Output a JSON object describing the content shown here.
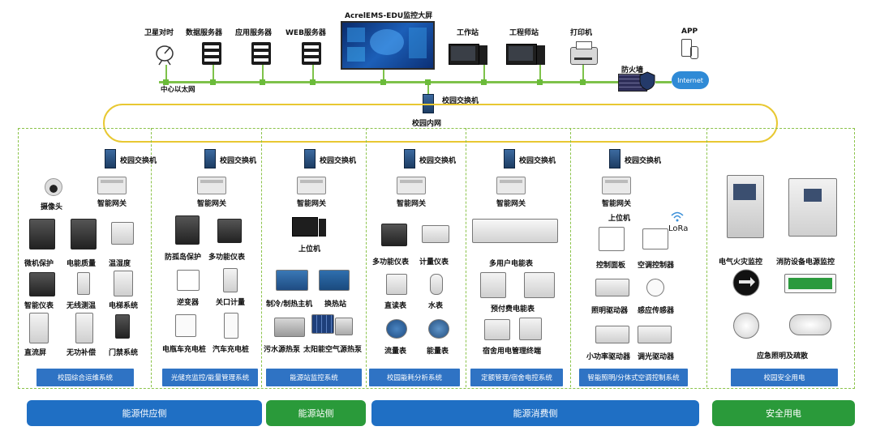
{
  "top": {
    "center_title": "AcrelEMS-EDU监控大屏",
    "devices": [
      "卫星对时",
      "数据服务器",
      "应用服务器",
      "WEB服务器",
      "工作站",
      "工程师站",
      "打印机",
      "APP"
    ],
    "firewall": "防火墙",
    "internet": "Internet",
    "ethernet": "中心以太网"
  },
  "core": {
    "switch": "校园交换机",
    "intranet": "校园内网"
  },
  "common": {
    "switch": "校园交换机",
    "gateway": "智能网关"
  },
  "columns": [
    {
      "items": [
        "摄像头",
        "微机保护",
        "电能质量",
        "温湿度",
        "智能仪表",
        "无线测温",
        "电梯系统",
        "直流屏",
        "无功补偿",
        "门禁系统"
      ],
      "system": "校园综合运维系统"
    },
    {
      "items": [
        "防孤岛保护",
        "多功能仪表",
        "逆变器",
        "关口计量",
        "电瓶车充电桩",
        "汽车充电桩"
      ],
      "system": "光储充监控/能量管理系统"
    },
    {
      "items": [
        "上位机",
        "制冷/制热主机",
        "换热站",
        "污水源热泵",
        "太阳能空气源热泵"
      ],
      "system": "能源站监控系统"
    },
    {
      "items": [
        "多功能仪表",
        "计量仪表",
        "直读表",
        "水表",
        "流量表",
        "能量表"
      ],
      "system": "校园能耗分析系统"
    },
    {
      "items": [
        "多用户电能表",
        "预付费电能表",
        "宿舍用电管理终端"
      ],
      "system": "定额管理/宿舍电控系统"
    },
    {
      "items": [
        "上位机",
        "LoRa",
        "控制面板",
        "空调控制器",
        "照明驱动器",
        "感应传感器",
        "小功率驱动器",
        "调光驱动器"
      ],
      "system": "智能照明/分体式空调控制系统"
    },
    {
      "items": [
        "电气火灾监控",
        "消防设备电源监控",
        "应急照明及疏散"
      ],
      "system": "校园安全用电"
    }
  ],
  "bottom": [
    {
      "label": "能源供应侧",
      "color": "#1f6fc4"
    },
    {
      "label": "能源站侧",
      "color": "#2a9a3a"
    },
    {
      "label": "能源消费侧",
      "color": "#1f6fc4"
    },
    {
      "label": "安全用电",
      "color": "#2a9a3a"
    }
  ],
  "colors": {
    "net": "#7ec24a",
    "ring": "#e8c832",
    "sysbar": "#2f73c4"
  }
}
